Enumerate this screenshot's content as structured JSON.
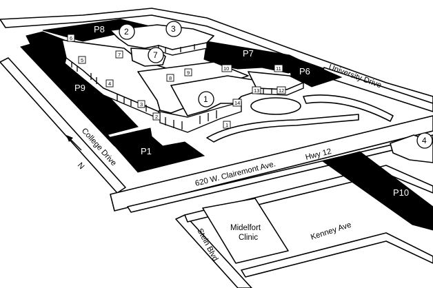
{
  "parking_lots": {
    "p1": "P1",
    "p6": "P6",
    "p7": "P7",
    "p8": "P8",
    "p9": "P9",
    "p10": "P10"
  },
  "streets": {
    "clairemont": "620 W. Clairemont Ave.",
    "hwy": "Hwy 12",
    "university": "University Drive",
    "college": "College Drive",
    "kenney": "Kenney Ave",
    "stein": "Stein Blvd."
  },
  "buildings": {
    "b1": "1",
    "b2": "2",
    "b3": "3",
    "b4": "4",
    "b7": "7"
  },
  "entrances": {
    "e1": "1",
    "e2": "2",
    "e3": "3",
    "e4": "4",
    "e5": "5",
    "e6": "6",
    "e7": "7",
    "e8": "8",
    "e9": "9",
    "e10": "10",
    "e11": "11",
    "e12": "12",
    "e13": "13",
    "e14": "14"
  },
  "clinic": {
    "line1": "Midelfort",
    "line2": "Clinic"
  },
  "compass": {
    "north": "N"
  },
  "colors": {
    "lot": "#000000",
    "road": "#ffffff",
    "outline": "#000000"
  }
}
